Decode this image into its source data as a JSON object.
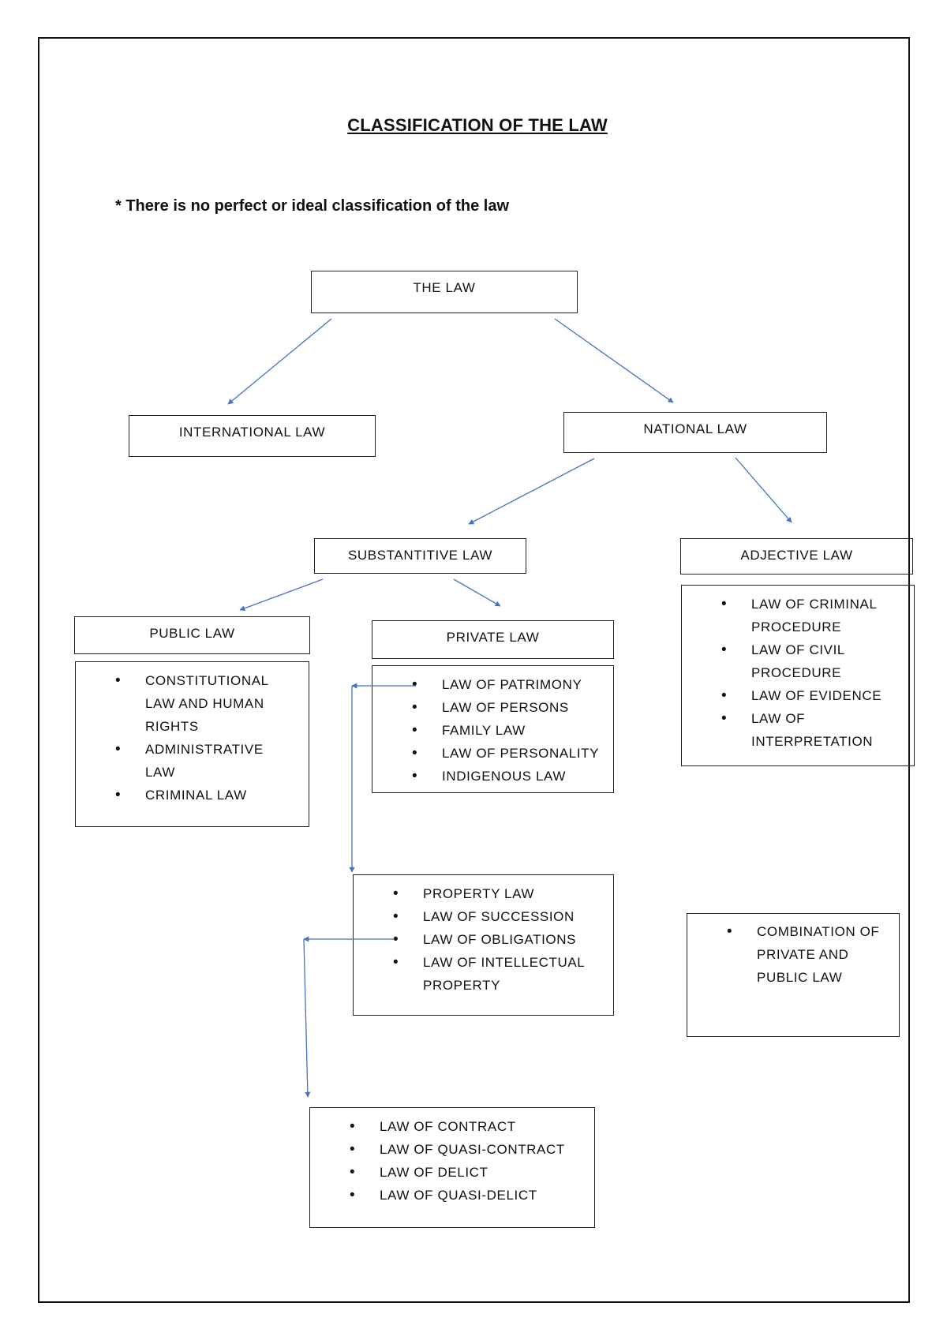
{
  "title": "CLASSIFICATION OF THE LAW",
  "note": "* There is no perfect or ideal classification of the law",
  "colors": {
    "arrow": "#4472c4",
    "border": "#222222"
  },
  "nodes": {
    "the_law": "THE LAW",
    "international_law": "INTERNATIONAL LAW",
    "national_law": "NATIONAL LAW",
    "substantive_law": "SUBSTANTITIVE LAW",
    "adjective_law": "ADJECTIVE LAW",
    "public_law": "PUBLIC LAW",
    "private_law": "PRIVATE LAW"
  },
  "lists": {
    "public_law_items": [
      "CONSTITUTIONAL LAW AND HUMAN RIGHTS",
      "ADMINISTRATIVE LAW",
      "CRIMINAL LAW"
    ],
    "private_law_items": [
      "LAW OF PATRIMONY",
      "LAW OF PERSONS",
      "FAMILY LAW",
      "LAW OF PERSONALITY",
      "INDIGENOUS LAW"
    ],
    "adjective_law_items": [
      "LAW OF CRIMINAL PROCEDURE",
      "LAW OF CIVIL PROCEDURE",
      "LAW OF EVIDENCE",
      "LAW OF INTERPRETATION"
    ],
    "patrimony_items": [
      "PROPERTY LAW",
      "LAW OF SUCCESSION",
      "LAW OF OBLIGATIONS",
      "LAW OF INTELLECTUAL PROPERTY"
    ],
    "obligations_items": [
      "LAW OF CONTRACT",
      "LAW OF QUASI-CONTRACT",
      "LAW OF DELICT",
      "LAW OF QUASI-DELICT"
    ],
    "combination_items": [
      "COMBINATION OF PRIVATE AND PUBLIC LAW"
    ]
  }
}
